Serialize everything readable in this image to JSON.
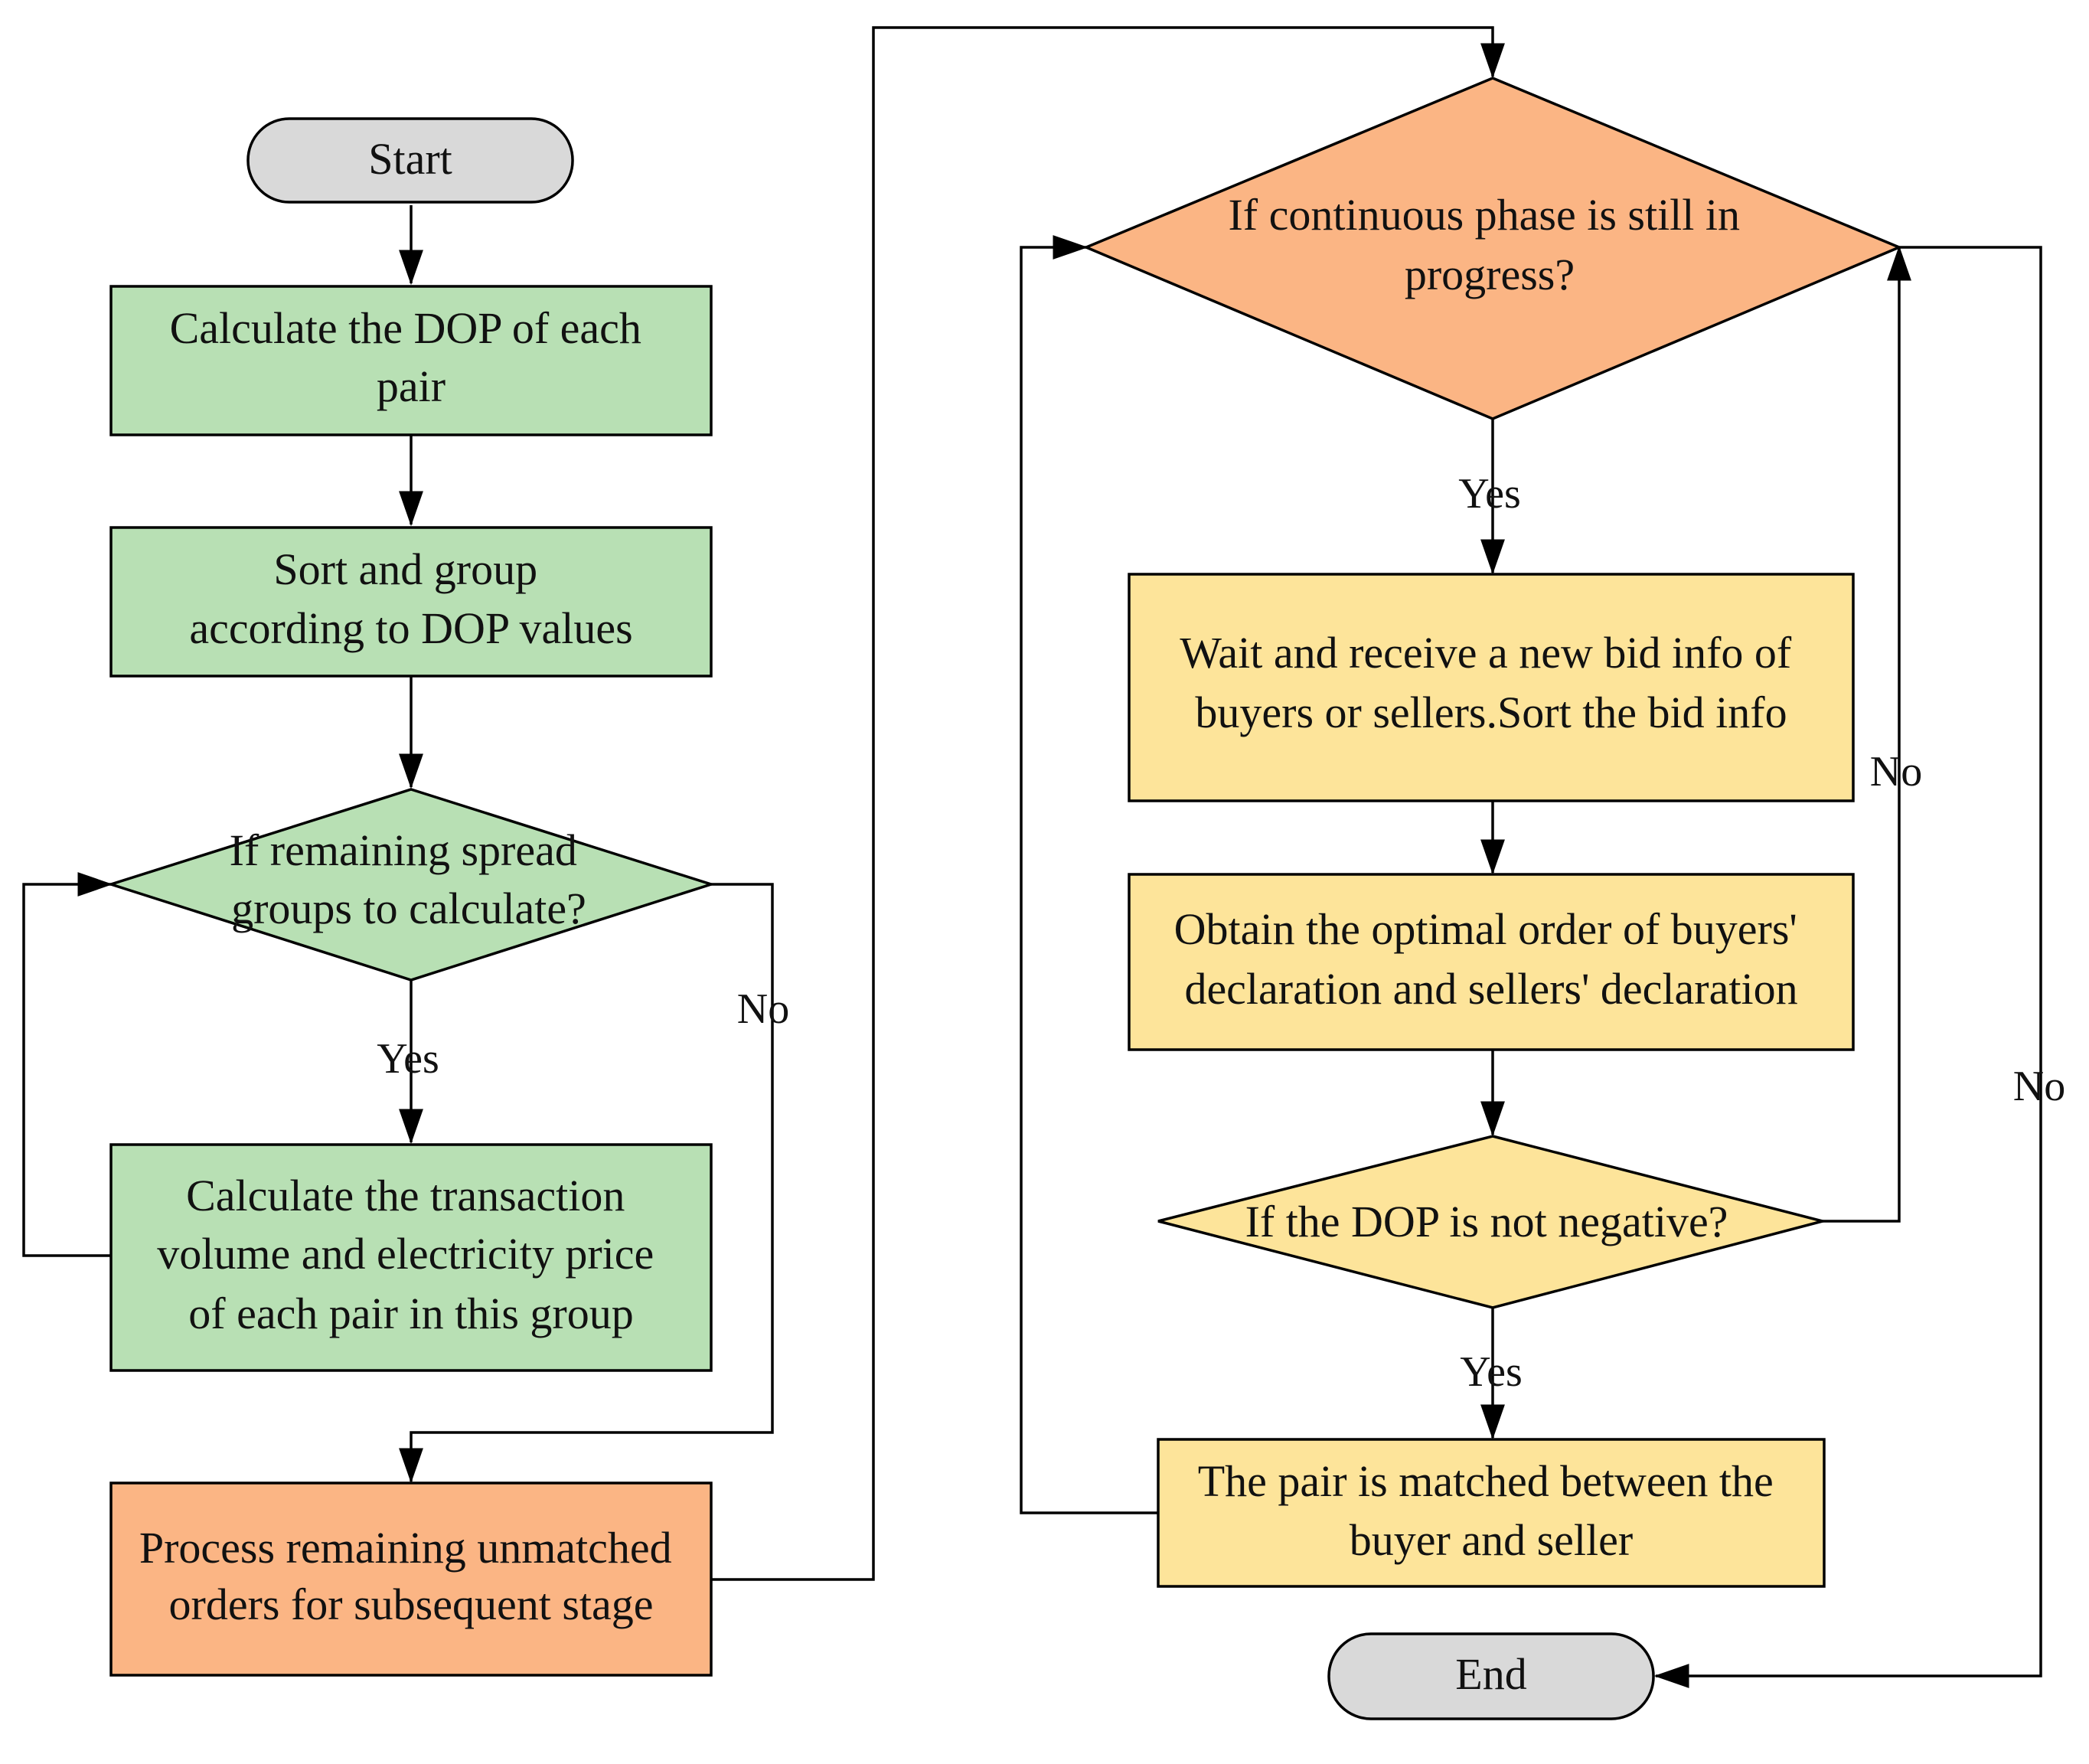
{
  "colors": {
    "green": "#b8e0b4",
    "orange": "#fbb584",
    "yellow": "#fde49a",
    "gray": "#d9d9d9",
    "stroke": "#000000",
    "text": "#111111"
  },
  "nodes": {
    "start": {
      "text": [
        "Start"
      ],
      "shape": "terminal",
      "color": "gray"
    },
    "calc_dop": {
      "text": [
        "Calculate the DOP of each",
        "pair"
      ],
      "shape": "process",
      "color": "green"
    },
    "sort_group": {
      "text": [
        "Sort and group",
        "according to DOP values"
      ],
      "shape": "process",
      "color": "green"
    },
    "remaining_groups": {
      "text": [
        "If remaining spread",
        "groups to calculate?"
      ],
      "shape": "decision",
      "color": "green"
    },
    "calc_volume": {
      "text": [
        "Calculate the transaction",
        "volume and electricity price",
        "of each pair in this group"
      ],
      "shape": "process",
      "color": "green"
    },
    "process_unmatched": {
      "text": [
        "Process remaining unmatched",
        "orders for subsequent stage"
      ],
      "shape": "process",
      "color": "orange"
    },
    "continuous_phase": {
      "text": [
        "If continuous phase is still in",
        "progress?"
      ],
      "shape": "decision",
      "color": "orange"
    },
    "wait_bid": {
      "text": [
        "Wait and receive a new bid info of",
        "buyers or sellers.Sort the bid info"
      ],
      "shape": "process",
      "color": "yellow"
    },
    "optimal_order": {
      "text": [
        "Obtain the optimal order of buyers'",
        "declaration and sellers' declaration"
      ],
      "shape": "process",
      "color": "yellow"
    },
    "dop_not_negative": {
      "text": [
        "If the DOP is not negative?"
      ],
      "shape": "decision",
      "color": "yellow"
    },
    "pair_matched": {
      "text": [
        "The pair is matched between the",
        "buyer and seller"
      ],
      "shape": "process",
      "color": "yellow"
    },
    "end": {
      "text": [
        "End"
      ],
      "shape": "terminal",
      "color": "gray"
    }
  },
  "edges": [
    {
      "from": "start",
      "to": "calc_dop",
      "label": ""
    },
    {
      "from": "calc_dop",
      "to": "sort_group",
      "label": ""
    },
    {
      "from": "sort_group",
      "to": "remaining_groups",
      "label": ""
    },
    {
      "from": "remaining_groups",
      "to": "calc_volume",
      "label": "Yes"
    },
    {
      "from": "calc_volume",
      "to": "remaining_groups",
      "label": ""
    },
    {
      "from": "remaining_groups",
      "to": "process_unmatched",
      "label": "No"
    },
    {
      "from": "process_unmatched",
      "to": "continuous_phase",
      "label": ""
    },
    {
      "from": "continuous_phase",
      "to": "wait_bid",
      "label": "Yes"
    },
    {
      "from": "wait_bid",
      "to": "optimal_order",
      "label": ""
    },
    {
      "from": "optimal_order",
      "to": "dop_not_negative",
      "label": ""
    },
    {
      "from": "dop_not_negative",
      "to": "pair_matched",
      "label": "Yes"
    },
    {
      "from": "dop_not_negative",
      "to": "continuous_phase",
      "label": "No"
    },
    {
      "from": "pair_matched",
      "to": "continuous_phase",
      "label": ""
    },
    {
      "from": "continuous_phase",
      "to": "end",
      "label": "No"
    }
  ]
}
